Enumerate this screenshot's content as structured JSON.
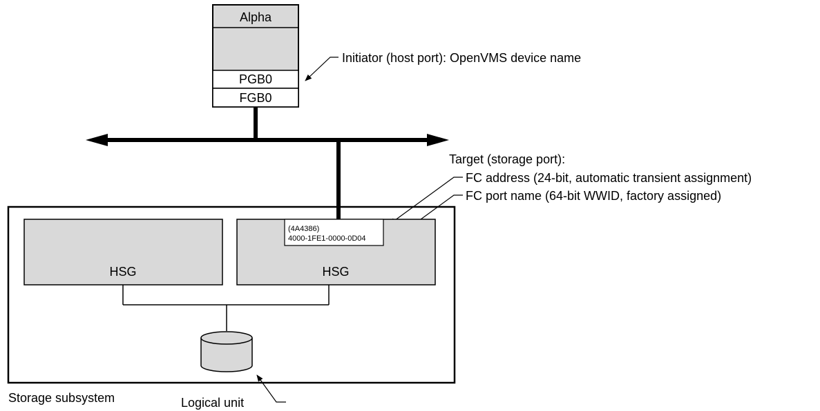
{
  "host": {
    "title": "Alpha",
    "ports": [
      "PGB0",
      "FGB0"
    ]
  },
  "labels": {
    "initiator": "Initiator (host port): OpenVMS device name",
    "target_heading": "Target (storage port):",
    "fc_address": "FC address (24-bit, automatic transient assignment)",
    "fc_port_name": "FC port name (64-bit WWID, factory assigned)",
    "storage_subsystem": "Storage subsystem",
    "logical_unit": "Logical unit"
  },
  "controllers": [
    {
      "label": "HSG"
    },
    {
      "label": "HSG",
      "address": "(4A4386)",
      "wwid": "4000-1FE1-0000-0D04"
    }
  ],
  "colors": {
    "fill": "#d9d9d9",
    "stroke": "#000000",
    "background": "#ffffff"
  }
}
